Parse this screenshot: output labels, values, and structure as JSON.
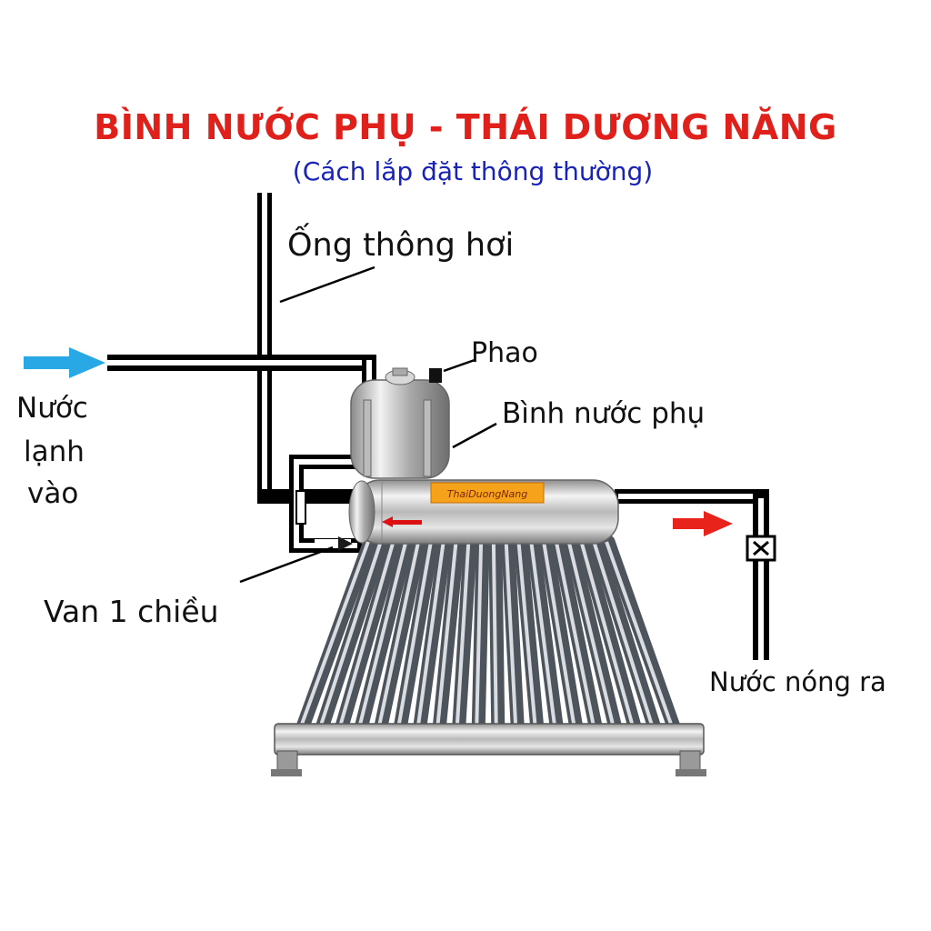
{
  "diagram": {
    "title": "BÌNH NƯỚC PHỤ - THÁI DƯƠNG NĂNG",
    "subtitle": "(Cách lắp đặt thông thường)",
    "labels": {
      "vent_pipe": "Ống thông hơi",
      "float": "Phao",
      "aux_tank": "Bình nước phụ",
      "cold_in_line1": "Nước",
      "cold_in_line2": "lạnh",
      "cold_in_line3": "vào",
      "check_valve": "Van 1 chiều",
      "hot_out": "Nước nóng ra"
    },
    "brand_plate": "ThaiDuongNang",
    "valve_mark": "X",
    "colors": {
      "title": "#e0201b",
      "subtitle": "#1a23b8",
      "cold_arrow": "#29a8e6",
      "hot_arrow": "#e8231c",
      "pipe": "#000000",
      "steel": "#c9c9c9"
    },
    "tube_count": 20
  }
}
